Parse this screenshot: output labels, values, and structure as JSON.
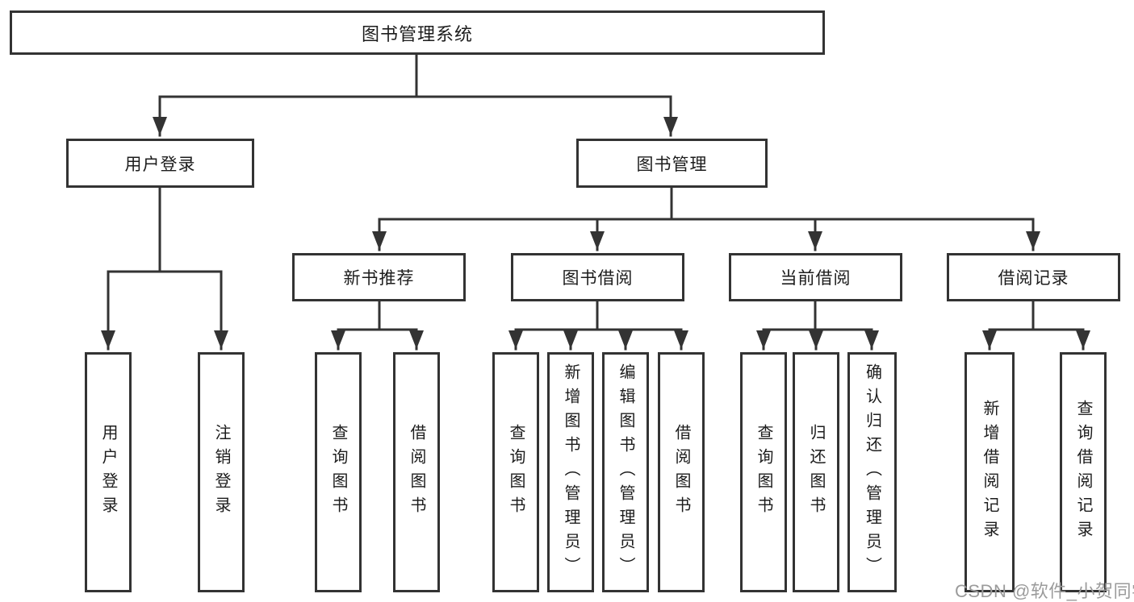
{
  "tree": {
    "root": {
      "label": "图书管理系统"
    },
    "level2": [
      {
        "label": "用户登录"
      },
      {
        "label": "图书管理"
      }
    ],
    "level3": [
      {
        "label": "新书推荐"
      },
      {
        "label": "图书借阅"
      },
      {
        "label": "当前借阅"
      },
      {
        "label": "借阅记录"
      }
    ],
    "leaves": {
      "login": [
        {
          "label": "用户登录"
        },
        {
          "label": "注销登录"
        }
      ],
      "recommend": [
        {
          "label": "查询图书"
        },
        {
          "label": "借阅图书"
        }
      ],
      "borrow": [
        {
          "label": "查询图书"
        },
        {
          "label": "新增图书（管理员）"
        },
        {
          "label": "编辑图书（管理员）"
        },
        {
          "label": "借阅图书"
        }
      ],
      "current": [
        {
          "label": "查询图书"
        },
        {
          "label": "归还图书"
        },
        {
          "label": "确认归还（管理员）"
        }
      ],
      "records": [
        {
          "label": "新增借阅记录"
        },
        {
          "label": "查询借阅记录"
        }
      ]
    }
  },
  "watermark": {
    "text": "CSDN @软件_小贺同学"
  },
  "colors": {
    "line": "#333333",
    "text": "#1c1c1c",
    "watermark": "#9b9b9b",
    "background": "#ffffff"
  }
}
